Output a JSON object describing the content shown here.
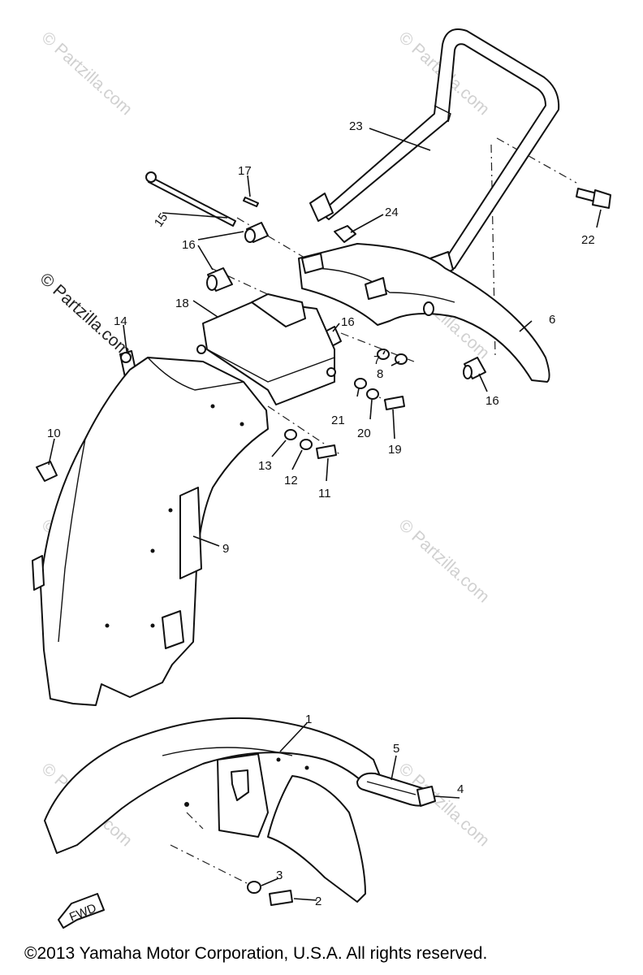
{
  "watermark": "© Partzilla.com",
  "fwd_label": "FWD",
  "copyright": "©2013  Yamaha Motor Corporation, U.S.A. All rights reserved.",
  "callouts": {
    "c1": "1",
    "c2": "2",
    "c3": "3",
    "c4": "4",
    "c5": "5",
    "c6": "6",
    "c7": "7",
    "c8": "8",
    "c9": "9",
    "c10": "10",
    "c11": "11",
    "c12": "12",
    "c13": "13",
    "c14": "14",
    "c15": "15",
    "c16a": "16",
    "c16b": "16",
    "c16c": "16",
    "c17": "17",
    "c18": "18",
    "c19": "19",
    "c20": "20",
    "c21": "21",
    "c22": "22",
    "c23": "23",
    "c24": "24"
  }
}
